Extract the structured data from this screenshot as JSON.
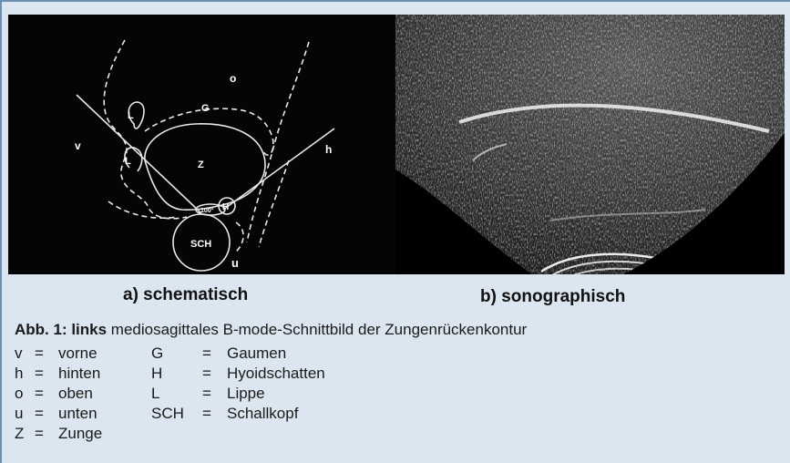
{
  "schematic": {
    "labels": {
      "o": "o",
      "G": "G",
      "v": "v",
      "h": "h",
      "Z": "Z",
      "L1": "L",
      "L2": "L",
      "H": "H",
      "angle": "100°",
      "SCH": "SCH",
      "u": "u"
    }
  },
  "captions": {
    "a": "a) schematisch",
    "b": "b) sonographisch"
  },
  "legend": {
    "title_bold": "Abb. 1: links",
    "title_rest": " mediosagittales B-mode-Schnittbild der Zungenrückenkontur",
    "rows": [
      {
        "k1": "v",
        "eq1": "=",
        "v1": "vorne",
        "k2": "G",
        "eq2": "=",
        "v2": "Gaumen"
      },
      {
        "k1": "h",
        "eq1": "=",
        "v1": "hinten",
        "k2": "H",
        "eq2": "=",
        "v2": "Hyoidschatten"
      },
      {
        "k1": "o",
        "eq1": "=",
        "v1": "oben",
        "k2": "L",
        "eq2": "=",
        "v2": "Lippe"
      },
      {
        "k1": "u",
        "eq1": "=",
        "v1": "unten",
        "k2": "SCH",
        "eq2": "=",
        "v2": "Schallkopf"
      },
      {
        "k1": "Z",
        "eq1": "=",
        "v1": "Zunge",
        "k2": "",
        "eq2": "",
        "v2": ""
      }
    ]
  },
  "colors": {
    "frame": "#6a8fb3",
    "background": "#dbe6f0",
    "image_bg": "#050505"
  }
}
